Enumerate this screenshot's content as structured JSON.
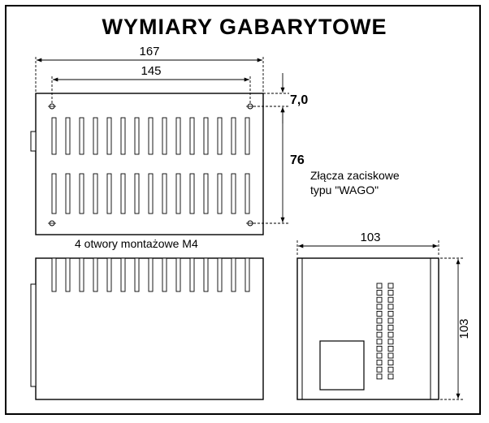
{
  "title": "WYMIARY  GABARYTOWE",
  "dimensions": {
    "overall_width": "167",
    "hole_spacing_x": "145",
    "hole_offset_y": "7,0",
    "hole_spacing_y": "76",
    "depth_width": "103",
    "depth_height": "103"
  },
  "labels": {
    "terminals_line1": "Złącza zaciskowe",
    "terminals_line2": "typu \"WAGO\"",
    "mounting_holes": "4 otwory montażowe M4"
  },
  "colors": {
    "line": "#000000",
    "background": "#ffffff"
  },
  "icons": [
    "screw-hole-icon",
    "terminal-block-icon"
  ]
}
